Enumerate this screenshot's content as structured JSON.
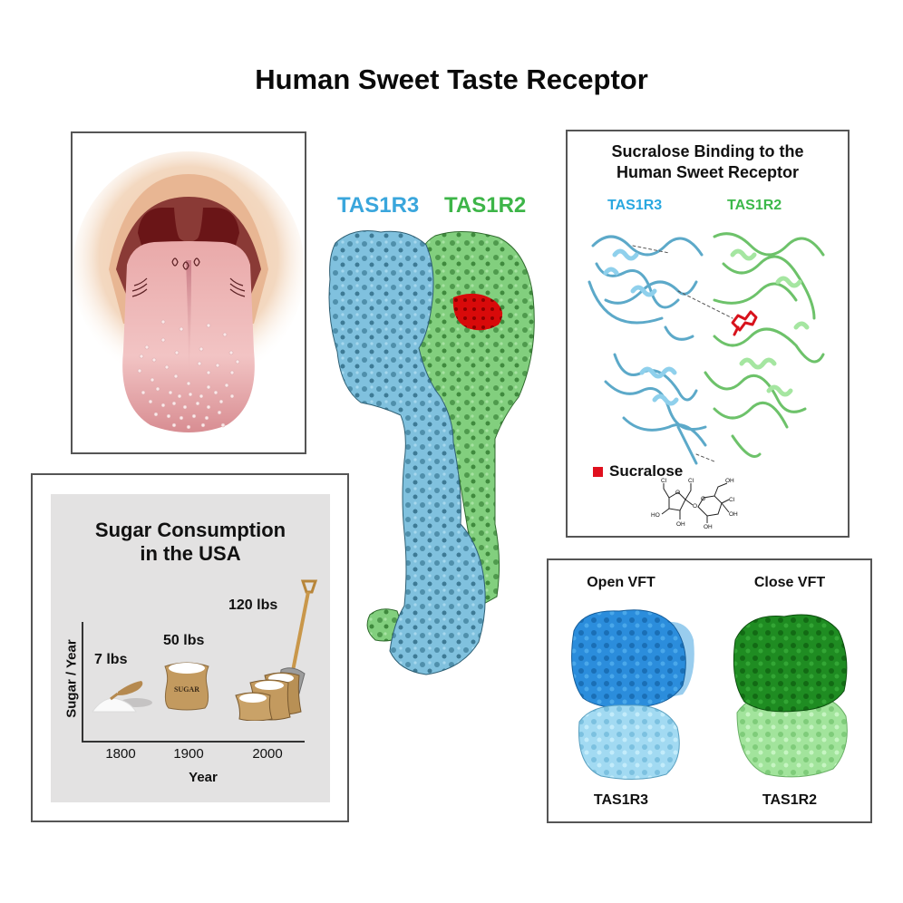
{
  "title": "Human Sweet Taste Receptor",
  "tongue_panel": {
    "image": "tongue-illustration"
  },
  "center_structure": {
    "label_left": "TAS1R3",
    "label_right": "TAS1R2",
    "colors": {
      "tas1r3": "#7fbfdc",
      "tas1r2": "#7dca7a",
      "binding_site": "#d40000"
    }
  },
  "sucralose_panel": {
    "title_line1": "Sucralose Binding to the",
    "title_line2": "Human Sweet Receptor",
    "label_left": "TAS1R3",
    "label_right": "TAS1R2",
    "legend_label": "Sucralose",
    "legend_color": "#e0101e",
    "structure_labels": [
      "Cl",
      "Cl",
      "Cl",
      "OH",
      "OH",
      "OH",
      "OH",
      "HO",
      "O",
      "O",
      "O"
    ],
    "colors": {
      "tas1r3": "#29a8e0",
      "tas1r2": "#3cb84a"
    }
  },
  "sugar_panel": {
    "title_line1": "Sugar Consumption",
    "title_line2": "in the USA",
    "y_axis_label": "Sugar / Year",
    "x_axis_label": "Year",
    "bars": [
      {
        "year": "1800",
        "value_label": "7 lbs"
      },
      {
        "year": "1900",
        "value_label": "50 lbs"
      },
      {
        "year": "2000",
        "value_label": "120 lbs"
      }
    ],
    "sack_text": "SUGAR"
  },
  "vft_panel": {
    "left_title": "Open VFT",
    "right_title": "Close VFT",
    "left_label": "TAS1R3",
    "right_label": "TAS1R2",
    "colors": {
      "open_top": "#1e88d8",
      "open_bottom": "#9cd8f2",
      "close_top": "#1a8a1e",
      "close_bottom": "#9ee39a"
    }
  }
}
